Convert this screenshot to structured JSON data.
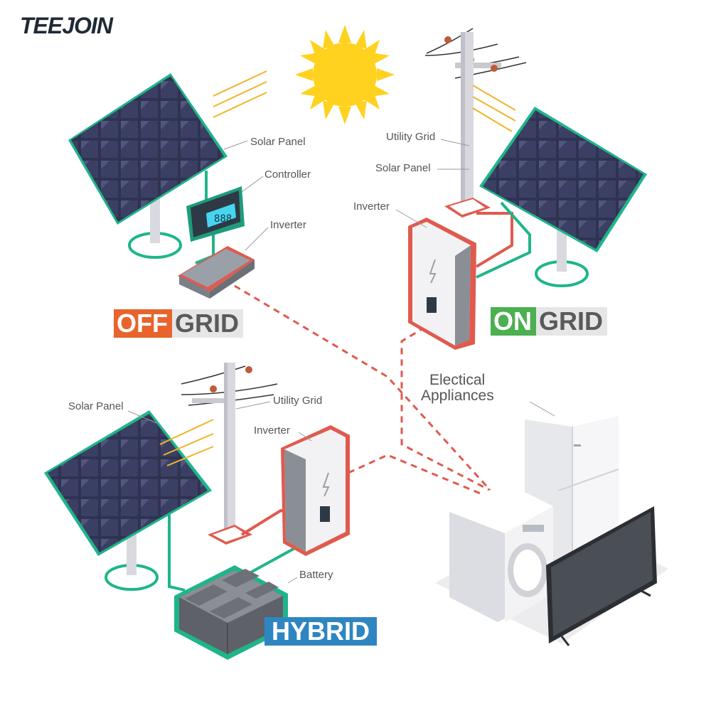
{
  "brand": {
    "logo_text": "TEEJOIN"
  },
  "offgrid": {
    "badge_accent": "OFF",
    "badge_rest": "GRID",
    "accent_color": "#e8642c",
    "labels": {
      "solar_panel": "Solar Panel",
      "controller": "Controller",
      "inverter": "Inverter"
    },
    "controller_display": "888"
  },
  "ongrid": {
    "badge_accent": "ON",
    "badge_rest": "GRID",
    "accent_color": "#4caf50",
    "labels": {
      "utility_grid": "Utility Grid",
      "solar_panel": "Solar Panel",
      "inverter": "Inverter"
    }
  },
  "hybrid": {
    "badge": "HYBRID",
    "accent_color": "#2e86c1",
    "labels": {
      "solar_panel": "Solar Panel",
      "utility_grid": "Utility Grid",
      "inverter": "Inverter",
      "battery": "Battery"
    }
  },
  "appliances": {
    "label_line1": "Electical",
    "label_line2": "Appliances"
  },
  "colors": {
    "dc_wire": "#1fb58a",
    "ac_wire": "#e05a4e",
    "sun": "#ffd21f",
    "panel": "#3b3f63"
  }
}
